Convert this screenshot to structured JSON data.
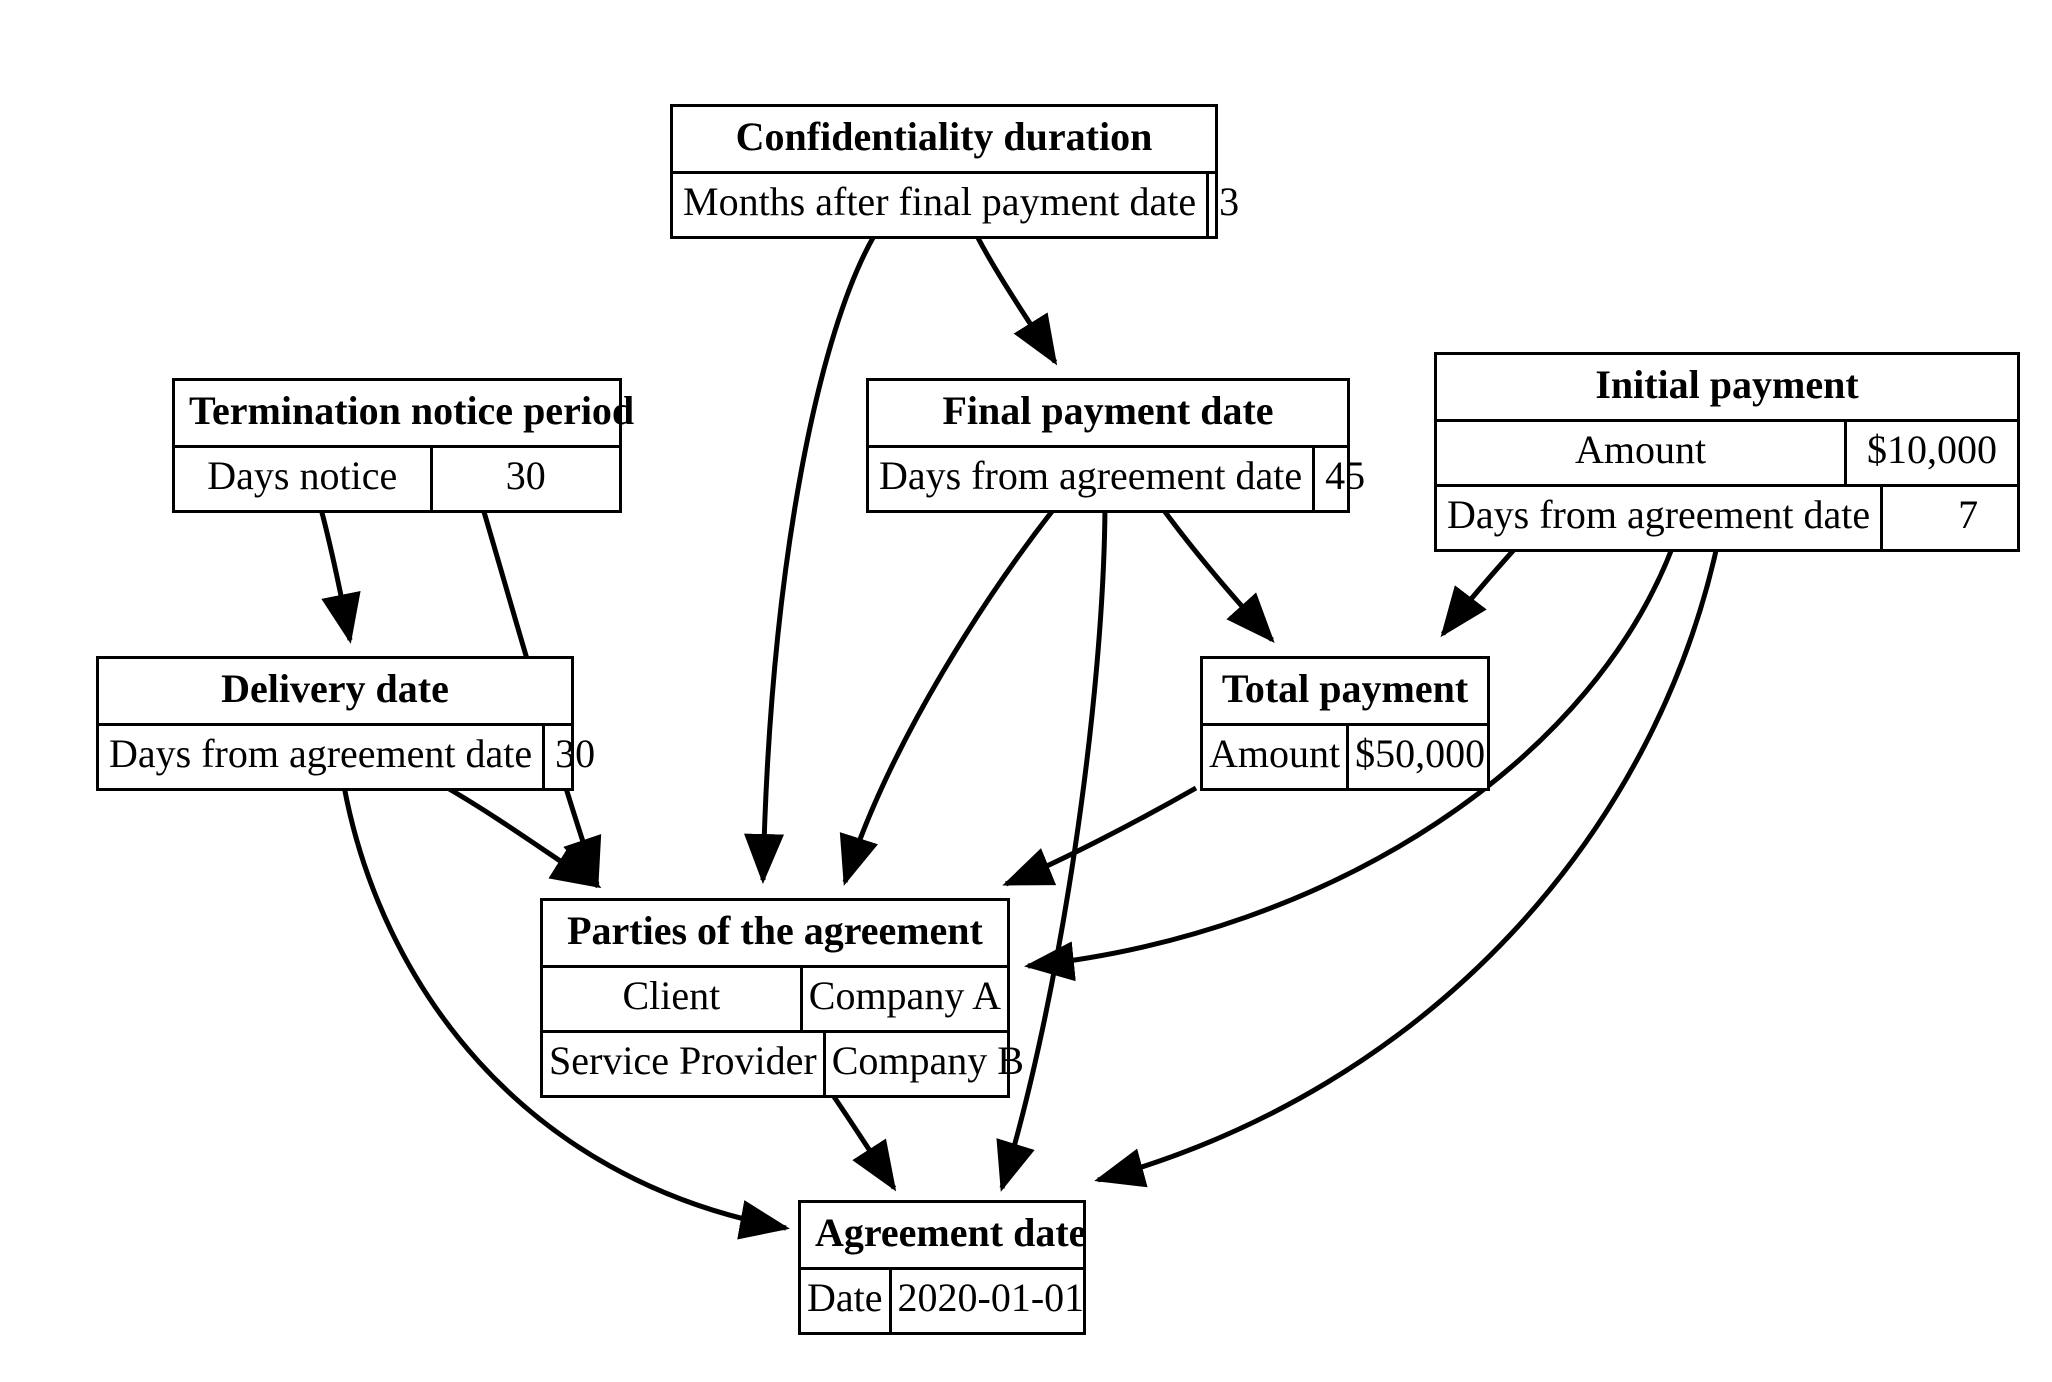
{
  "diagram": {
    "title": "Service agreement entity relationship diagram",
    "type": "directed-graph",
    "background_color": "#ffffff",
    "line_color": "#000000"
  },
  "nodes": {
    "confidentiality": {
      "title": "Confidentiality duration",
      "rows": [
        {
          "key": "Months after final payment date",
          "value": "3"
        }
      ]
    },
    "termination": {
      "title": "Termination notice period",
      "rows": [
        {
          "key": "Days notice",
          "value": "30"
        }
      ]
    },
    "final_payment": {
      "title": "Final payment date",
      "rows": [
        {
          "key": "Days from agreement date",
          "value": "45"
        }
      ]
    },
    "initial_payment": {
      "title": "Initial payment",
      "rows": [
        {
          "key": "Amount",
          "value": "$10,000"
        },
        {
          "key": "Days from agreement date",
          "value": "7"
        }
      ]
    },
    "delivery": {
      "title": "Delivery date",
      "rows": [
        {
          "key": "Days from agreement date",
          "value": "30"
        }
      ]
    },
    "total_payment": {
      "title": "Total payment",
      "rows": [
        {
          "key": "Amount",
          "value": "$50,000"
        }
      ]
    },
    "parties": {
      "title": "Parties of the agreement",
      "rows": [
        {
          "key": "Client",
          "value": "Company A"
        },
        {
          "key": "Service Provider",
          "value": "Company B"
        }
      ]
    },
    "agreement": {
      "title": "Agreement date",
      "rows": [
        {
          "key": "Date",
          "value": "2020-01-01"
        }
      ]
    }
  },
  "edges": [
    {
      "from": "confidentiality",
      "to": "parties"
    },
    {
      "from": "confidentiality",
      "to": "final_payment"
    },
    {
      "from": "termination",
      "to": "delivery"
    },
    {
      "from": "termination",
      "to": "parties"
    },
    {
      "from": "final_payment",
      "to": "parties"
    },
    {
      "from": "final_payment",
      "to": "agreement"
    },
    {
      "from": "final_payment",
      "to": "total_payment"
    },
    {
      "from": "initial_payment",
      "to": "total_payment"
    },
    {
      "from": "initial_payment",
      "to": "parties"
    },
    {
      "from": "initial_payment",
      "to": "agreement"
    },
    {
      "from": "delivery",
      "to": "parties"
    },
    {
      "from": "delivery",
      "to": "agreement"
    },
    {
      "from": "total_payment",
      "to": "parties"
    },
    {
      "from": "parties",
      "to": "agreement"
    }
  ]
}
